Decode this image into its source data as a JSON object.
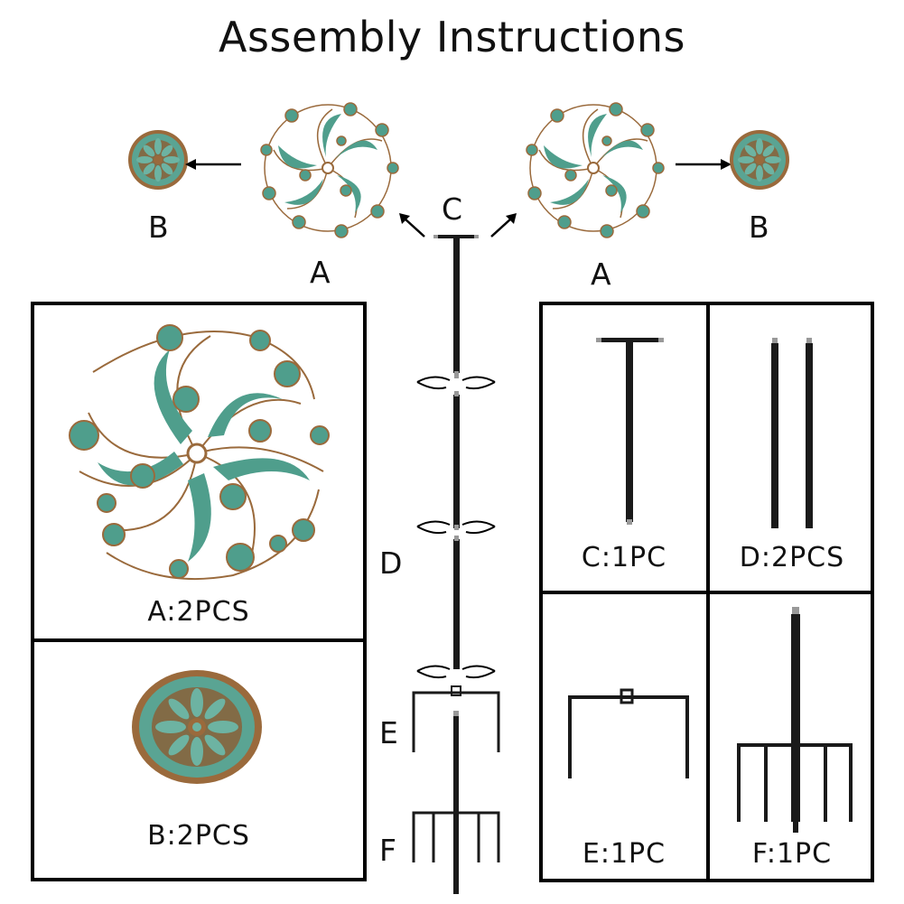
{
  "title": "Assembly Instructions",
  "diagram_labels": {
    "b_left": "B",
    "a_left": "A",
    "c_center": "C",
    "a_right": "A",
    "b_right": "B",
    "d_side": "D",
    "e_side": "E",
    "f_side": "F"
  },
  "parts": {
    "a": "A:2PCS",
    "b": "B:2PCS",
    "c": "C:1PC",
    "d": "D:2PCS",
    "e": "E:1PC",
    "f": "F:1PC"
  },
  "colors": {
    "verdigris": "#4f9e8c",
    "bronze": "#9a6a3c",
    "pole": "#1a1a1a",
    "frame": "#000000"
  },
  "icons": [
    "pinwheel-icon",
    "medallion-icon",
    "arrow-icon",
    "twist-icon"
  ]
}
